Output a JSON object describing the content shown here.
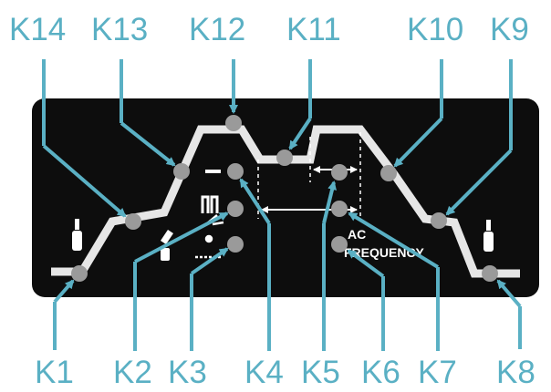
{
  "colors": {
    "panel": "#0d0d0d",
    "trace": "#e6e6e6",
    "led": "#9a9a9a",
    "callout": "#5ab0c4",
    "dashed": "#ffffff"
  },
  "panel_text": {
    "ac": "AC",
    "frequency": "FREQUENCY"
  },
  "icons": {
    "gas_left": "gas-cylinder-icon",
    "gas_right": "gas-cylinder-icon",
    "pulse": "pulse-wave-icon",
    "torch": "torch-icon",
    "spot": "spot-weld-icon",
    "dash": "minus-icon"
  },
  "callouts": {
    "K1": "K1",
    "K2": "K2",
    "K3": "K3",
    "K4": "K4",
    "K5": "K5",
    "K6": "K6",
    "K7": "K7",
    "K8": "K8",
    "K9": "K9",
    "K10": "K10",
    "K11": "K11",
    "K12": "K12",
    "K13": "K13",
    "K14": "K14"
  }
}
